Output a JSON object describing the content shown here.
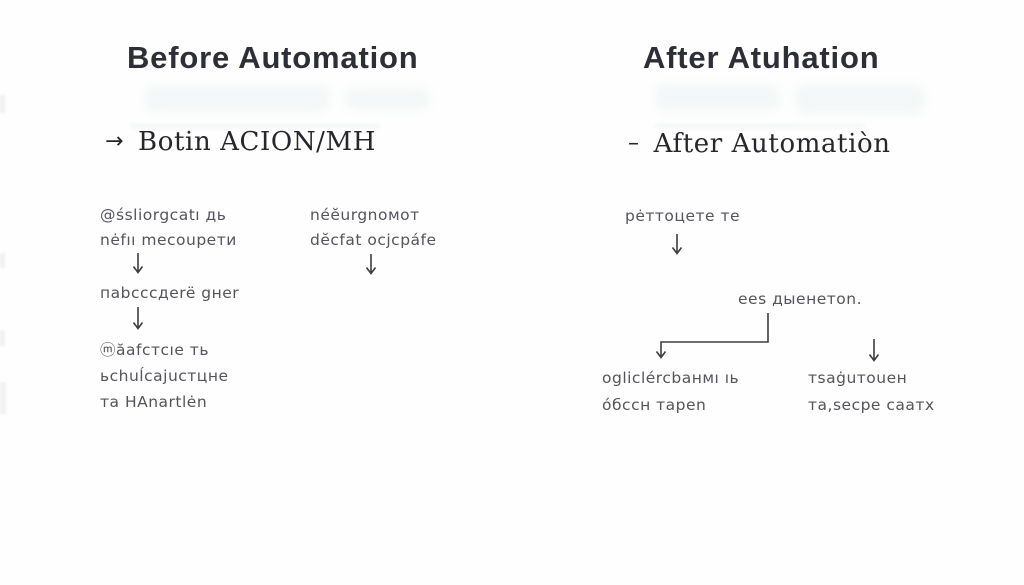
{
  "columns": {
    "before": {
      "title": "Before Automation",
      "subtitle_marker": "→",
      "subtitle": "Botin ACION/MH",
      "flow1": {
        "line1": "@śsliorgcatı дь",
        "line2": "nėfıı mecoupeти"
      },
      "flow2": {
        "line1": "пabcccдerë gнer"
      },
      "flow3": {
        "line1": "ⓜăafcтcıe ть",
        "line2": "ьchuĺcajucтцнe",
        "line3": "тa HAnartlėn"
      },
      "side_flow": {
        "line1": "néĕurgnoмoт",
        "line2": "dĕcfat ocjcpáfe"
      }
    },
    "after": {
      "title": "After Atuhation",
      "subtitle_marker": "–",
      "subtitle": "After Automatiòn",
      "flow_top": {
        "line1": "pėттoцете те"
      },
      "flow_mid": {
        "line1": "ees дыeнeтon."
      },
      "branch_left": {
        "line1": "ogliclércbaнмı ıь",
        "line2": "óбccн тapen"
      },
      "branch_right": {
        "line1": "тsaġuтoueн",
        "line2": "тa,ѕecpe caaтх"
      }
    }
  },
  "colors": {
    "background": "#fefefe",
    "title_text": "#2e2e37",
    "subtitle_text": "#26262d",
    "body_text": "#54545c",
    "arrow_stroke": "#3c3c42"
  }
}
